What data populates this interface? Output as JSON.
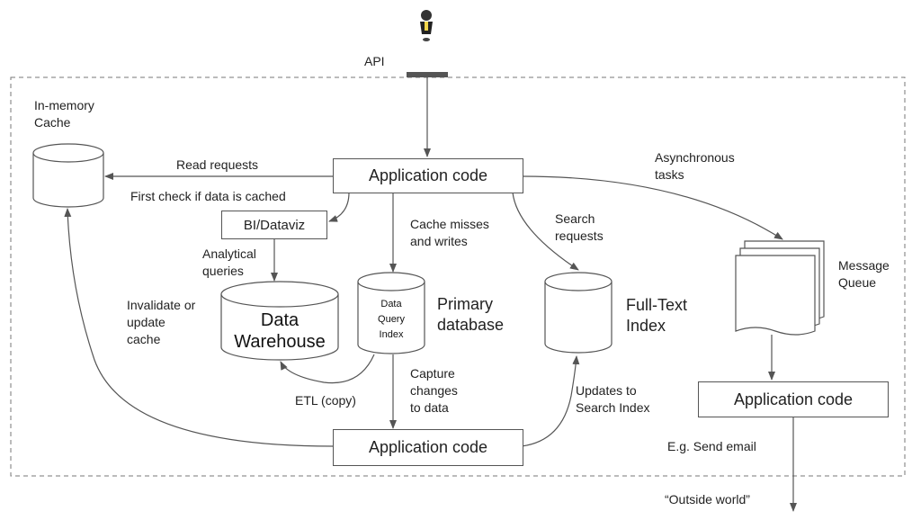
{
  "diagram": {
    "api_label": "API",
    "cache_label": "In-memory\nCache",
    "app_code_top": "Application code",
    "app_code_bottom": "Application code",
    "app_code_right": "Application code",
    "bi_box": "BI/Dataviz",
    "read_requests": "Read requests",
    "first_check": "First check if data is cached",
    "analytical_queries": "Analytical\nqueries",
    "cache_misses": "Cache misses\nand writes",
    "search_requests": "Search\nrequests",
    "async_tasks": "Asynchronous\ntasks",
    "message_queue": "Message\nQueue",
    "invalidate": "Invalidate or\nupdate\ncache",
    "data_warehouse": "Data\nWarehouse",
    "data_query_index": "Data\nQuery\nIndex",
    "primary_database": "Primary\ndatabase",
    "full_text_index": "Full-Text\nIndex",
    "etl": "ETL (copy)",
    "capture_changes": "Capture\nchanges\nto data",
    "updates_search": "Updates to\nSearch Index",
    "send_email": "E.g. Send email",
    "outside_world": "“Outside world”"
  },
  "icons": {
    "user": "person-icon"
  },
  "colors": {
    "line": "#555555",
    "boundary": "#777777"
  }
}
